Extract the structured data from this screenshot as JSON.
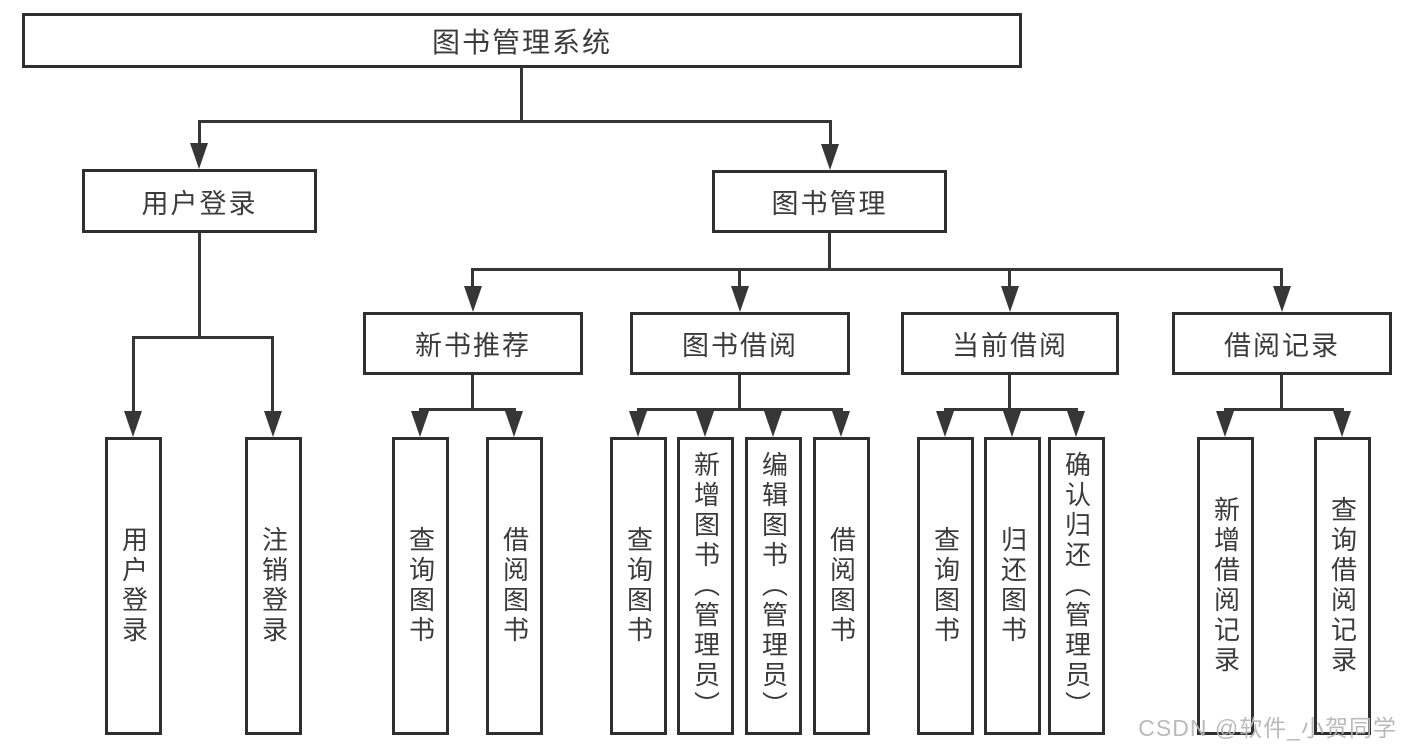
{
  "title": "图书管理系统",
  "tree": {
    "root": "图书管理系统",
    "branches": [
      {
        "label": "用户登录",
        "children": [
          {
            "label": "用户登录"
          },
          {
            "label": "注销登录"
          }
        ]
      },
      {
        "label": "图书管理",
        "children": [
          {
            "label": "新书推荐",
            "children": [
              {
                "label": "查询图书"
              },
              {
                "label": "借阅图书"
              }
            ]
          },
          {
            "label": "图书借阅",
            "children": [
              {
                "label": "查询图书"
              },
              {
                "label": "新增图书（管理员）"
              },
              {
                "label": "编辑图书（管理员）"
              },
              {
                "label": "借阅图书"
              }
            ]
          },
          {
            "label": "当前借阅",
            "children": [
              {
                "label": "查询图书"
              },
              {
                "label": "归还图书"
              },
              {
                "label": "确认归还（管理员）"
              }
            ]
          },
          {
            "label": "借阅记录",
            "children": [
              {
                "label": "新增借阅记录"
              },
              {
                "label": "查询借阅记录"
              }
            ]
          }
        ]
      }
    ]
  },
  "watermark": "CSDN @软件_小贺同学",
  "colors": {
    "line": "#363636",
    "box_border": "#2f2f2f",
    "text": "#3b3b3b",
    "background": "#ffffff",
    "watermark": "#b6b6b6"
  }
}
